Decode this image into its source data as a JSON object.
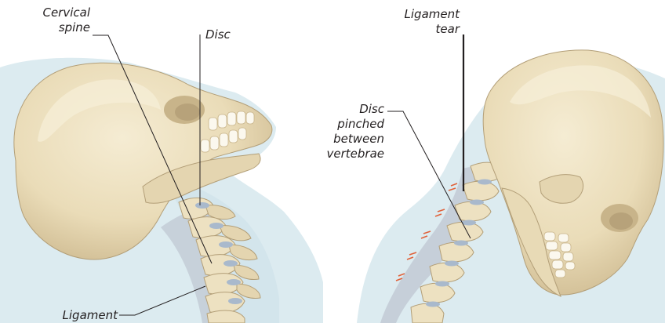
{
  "labels": {
    "cervical_spine": [
      "Cervical",
      "spine"
    ],
    "disc": "Disc",
    "ligament": "Ligament",
    "ligament_tear": [
      "Ligament",
      "tear"
    ],
    "disc_pinched": [
      "Disc",
      "pinched",
      "between",
      "vertebrae"
    ]
  },
  "colors": {
    "background": "#ffffff",
    "soft_tissue": "#dcebf0",
    "bone": "#ede1c1",
    "bone_shadow": "#c8b48a",
    "bone_outline": "#b39f78",
    "tooth": "#fbf8ee",
    "disc": "#a9b9cc",
    "ligament": "#c3ccd6",
    "ligament_tear": "#e0613a",
    "leader_line": "#231f20"
  }
}
